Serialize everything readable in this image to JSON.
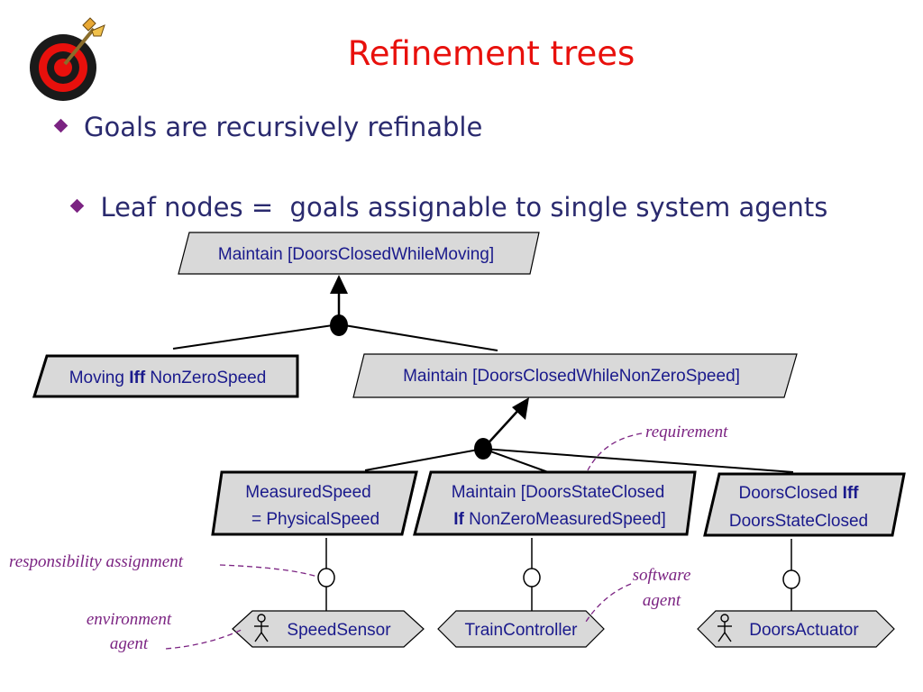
{
  "slide": {
    "title": "Refinement trees",
    "bullets": [
      {
        "text": "Goals are recursively refinable"
      },
      {
        "text": "Leaf nodes =  goals assignable to single system agents"
      }
    ]
  },
  "diagram": {
    "goals": {
      "root": "Maintain [DoorsClosedWhileMoving]",
      "moving_iff": {
        "pre": "Moving ",
        "bold": "Iff",
        "post": " NonZeroSpeed"
      },
      "maintain_nonzero": "Maintain [DoorsClosedWhileNonZeroSpeed]",
      "measured_speed": [
        "MeasuredSpeed",
        "= PhysicalSpeed"
      ],
      "doors_state": {
        "line1": "Maintain [DoorsStateClosed",
        "line2_bold": "If",
        "line2": " NonZeroMeasuredSpeed]"
      },
      "doors_closed": {
        "line1_pre": "DoorsClosed ",
        "line1_bold": "Iff",
        "line2": "DoorsStateClosed"
      }
    },
    "agents": {
      "speed_sensor": "SpeedSensor",
      "train_controller": "TrainController",
      "doors_actuator": "DoorsActuator"
    },
    "annotations": {
      "requirement": "requirement",
      "responsibility": "responsibility assignment",
      "software_agent": [
        "software",
        "agent"
      ],
      "environment_agent": [
        "environment",
        "agent"
      ]
    },
    "colors": {
      "title": "#e8100c",
      "bullet_text": "#2a2a6e",
      "bullet_marker": "#7b2382",
      "node_fill": "#d9d9d9",
      "label": "#1a1a8c",
      "annotation": "#7b2382"
    }
  }
}
